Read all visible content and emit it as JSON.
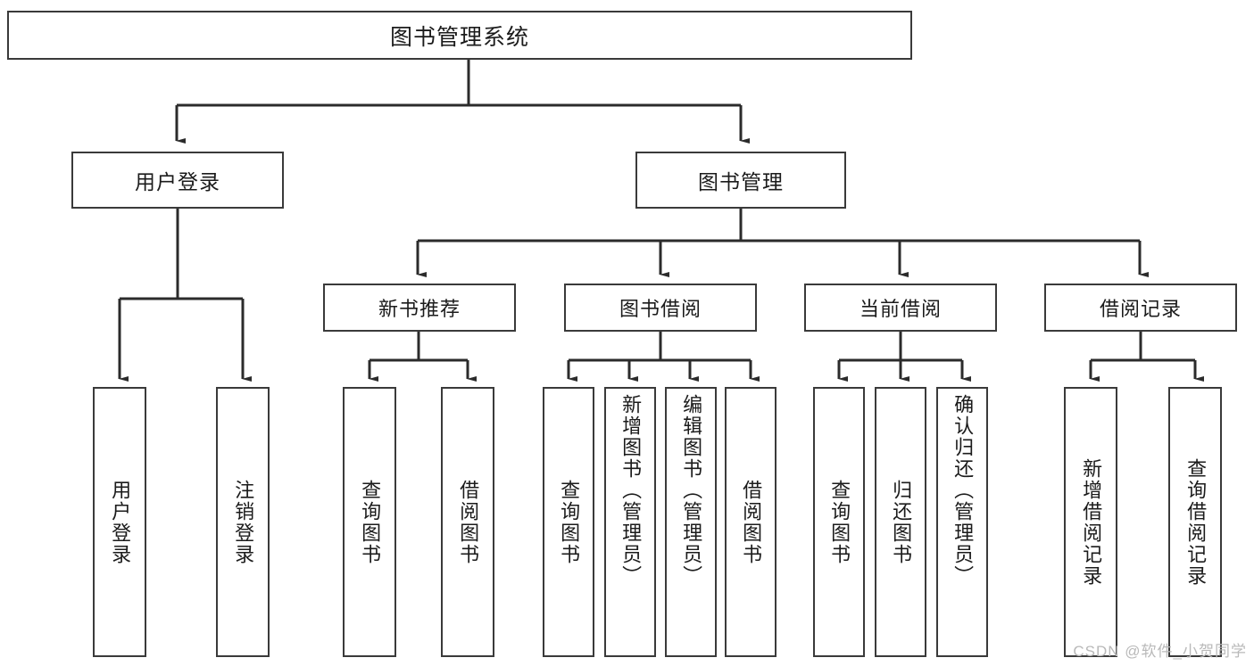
{
  "diagram": {
    "title": "图书管理系统",
    "type": "tree-hierarchy",
    "line_color": "#3a3a3a",
    "box_fill": "#ffffff",
    "text_color": "#1b1b1b",
    "watermark": "CSDN @软件_小贺同学"
  },
  "nodes": {
    "root": {
      "label": "图书管理系统"
    },
    "level1": [
      {
        "id": "user-login",
        "label": "用户登录"
      },
      {
        "id": "book-manage",
        "label": "图书管理"
      }
    ],
    "level2": [
      {
        "id": "new-book-rec",
        "label": "新书推荐"
      },
      {
        "id": "book-borrow",
        "label": "图书借阅"
      },
      {
        "id": "current-borrow",
        "label": "当前借阅"
      },
      {
        "id": "borrow-record",
        "label": "借阅记录"
      }
    ],
    "leaves": {
      "user_login": [
        {
          "id": "leaf-user-login",
          "label": "用户登录"
        },
        {
          "id": "leaf-logout",
          "label": "注销登录"
        }
      ],
      "new_book_rec": [
        {
          "id": "leaf-query-book-1",
          "label": "查询图书"
        },
        {
          "id": "leaf-borrow-book-1",
          "label": "借阅图书"
        }
      ],
      "book_borrow": [
        {
          "id": "leaf-query-book-2",
          "label": "查询图书"
        },
        {
          "id": "leaf-add-book",
          "label": "新增图书（管理员）"
        },
        {
          "id": "leaf-edit-book",
          "label": "编辑图书（管理员）"
        },
        {
          "id": "leaf-borrow-book-2",
          "label": "借阅图书"
        }
      ],
      "current_borrow": [
        {
          "id": "leaf-query-book-3",
          "label": "查询图书"
        },
        {
          "id": "leaf-return-book",
          "label": "归还图书"
        },
        {
          "id": "leaf-confirm-return",
          "label": "确认归还（管理员）"
        }
      ],
      "borrow_record": [
        {
          "id": "leaf-add-record",
          "label": "新增借阅记录"
        },
        {
          "id": "leaf-query-record",
          "label": "查询借阅记录"
        }
      ]
    }
  }
}
